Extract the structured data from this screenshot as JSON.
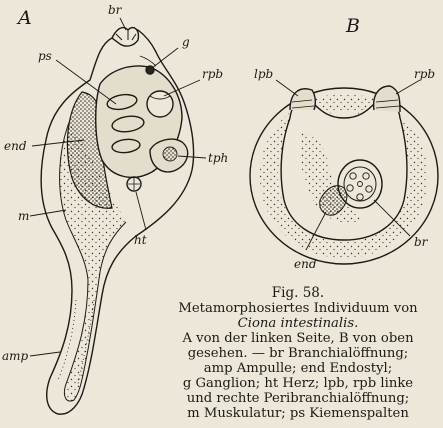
{
  "figure": {
    "label_A": "A",
    "label_B": "B",
    "labels_A": {
      "br": "br",
      "g": "g",
      "ps": "ps",
      "rpb": "rpb",
      "end": "end",
      "tph": "tph",
      "m": "m",
      "ht": "ht",
      "amp": "amp"
    },
    "labels_B": {
      "lpb": "lpb",
      "rpb": "rpb",
      "br": "br",
      "end": "end"
    }
  },
  "caption": {
    "fig_no": "Fig. 58.",
    "title": "Metamorphosiertes Individuum von",
    "species": "Ciona intestinalis.",
    "lines": [
      "A von der linken Seite, B von oben",
      "gesehen. — br Branchialöffnung;",
      "amp Ampulle; end Endostyl;",
      "g Ganglion; ht Herz; lpb, rpb linke",
      "und rechte Peribranchialöffnung;",
      "m Muskulatur; ps Kiemenspalten"
    ]
  }
}
